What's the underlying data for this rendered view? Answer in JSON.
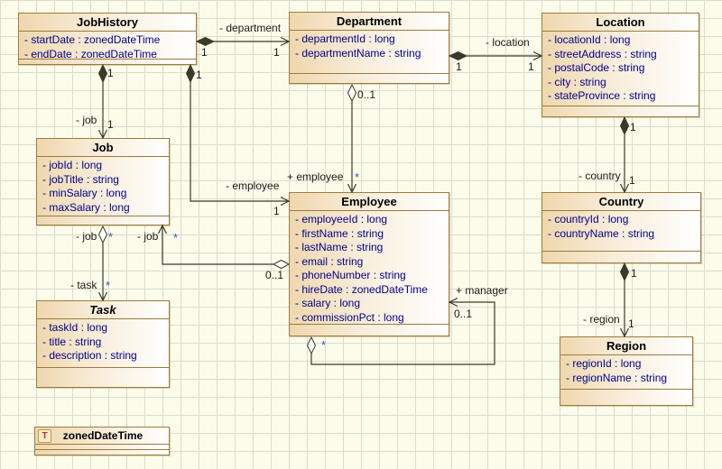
{
  "diagram": {
    "classes": {
      "jobHistory": {
        "name": "JobHistory",
        "attributes": [
          "- startDate : zonedDateTime",
          "- endDate : zonedDateTime"
        ]
      },
      "department": {
        "name": "Department",
        "attributes": [
          "- departmentId : long",
          "- departmentName : string"
        ]
      },
      "location": {
        "name": "Location",
        "attributes": [
          "- locationId : long",
          "- streetAddress : string",
          "- postalCode : string",
          "- city : string",
          "- stateProvince : string"
        ]
      },
      "job": {
        "name": "Job",
        "attributes": [
          "- jobId : long",
          "- jobTitle : string",
          "- minSalary : long",
          "- maxSalary : long"
        ]
      },
      "employee": {
        "name": "Employee",
        "attributes": [
          "- employeeId : long",
          "- firstName : string",
          "- lastName : string",
          "- email : string",
          "- phoneNumber : string",
          "- hireDate : zonedDateTime",
          "- salary : long",
          "- commissionPct : long"
        ]
      },
      "country": {
        "name": "Country",
        "attributes": [
          "- countryId : long",
          "- countryName : string"
        ]
      },
      "task": {
        "name": "Task",
        "attributes": [
          "- taskId : long",
          "- title : string",
          "- description : string"
        ]
      },
      "region": {
        "name": "Region",
        "attributes": [
          "- regionId : long",
          "- regionName : string"
        ]
      }
    },
    "datatype": {
      "name": "zonedDateTime",
      "icon": "T"
    },
    "relations": {
      "jobHistoryDepartment": {
        "role": "- department",
        "multSource": "1",
        "multTarget": "1"
      },
      "departmentLocation": {
        "role": "- location",
        "multSource": "1",
        "multTarget": "1"
      },
      "jobHistoryJob": {
        "role": "- job",
        "multSource": "1",
        "multTarget": "1"
      },
      "jobHistoryEmployee": {
        "role": "- employee",
        "multSource": "1",
        "multTarget": "1"
      },
      "departmentEmployee": {
        "role": "+ employee",
        "multSource": "0..1",
        "multTarget": "*"
      },
      "jobTask": {
        "roleSource": "- job",
        "multSource": "*",
        "roleTarget": "- task",
        "multTarget": "*"
      },
      "employeeJob": {
        "role": "- job",
        "multSource": "0..1",
        "multTarget": "*"
      },
      "employeeManager": {
        "role": "+ manager",
        "multSource": "*",
        "multTarget": "0..1"
      },
      "locationCountry": {
        "role": "- country",
        "multSource": "1",
        "multTarget": "1"
      },
      "countryRegion": {
        "role": "- region",
        "multSource": "1",
        "multTarget": "1"
      }
    },
    "colors": {
      "canvas_bg": "#FCFCEB",
      "grid_line": "#DBDBD0",
      "box_border": "#9C7C3C",
      "box_fill_left": "#EFD7AE",
      "attr_text": "#00008B",
      "connector": "#3A3A28",
      "star_multiplicity": "#3952C4",
      "datatype_icon_text": "#CC2222"
    }
  }
}
